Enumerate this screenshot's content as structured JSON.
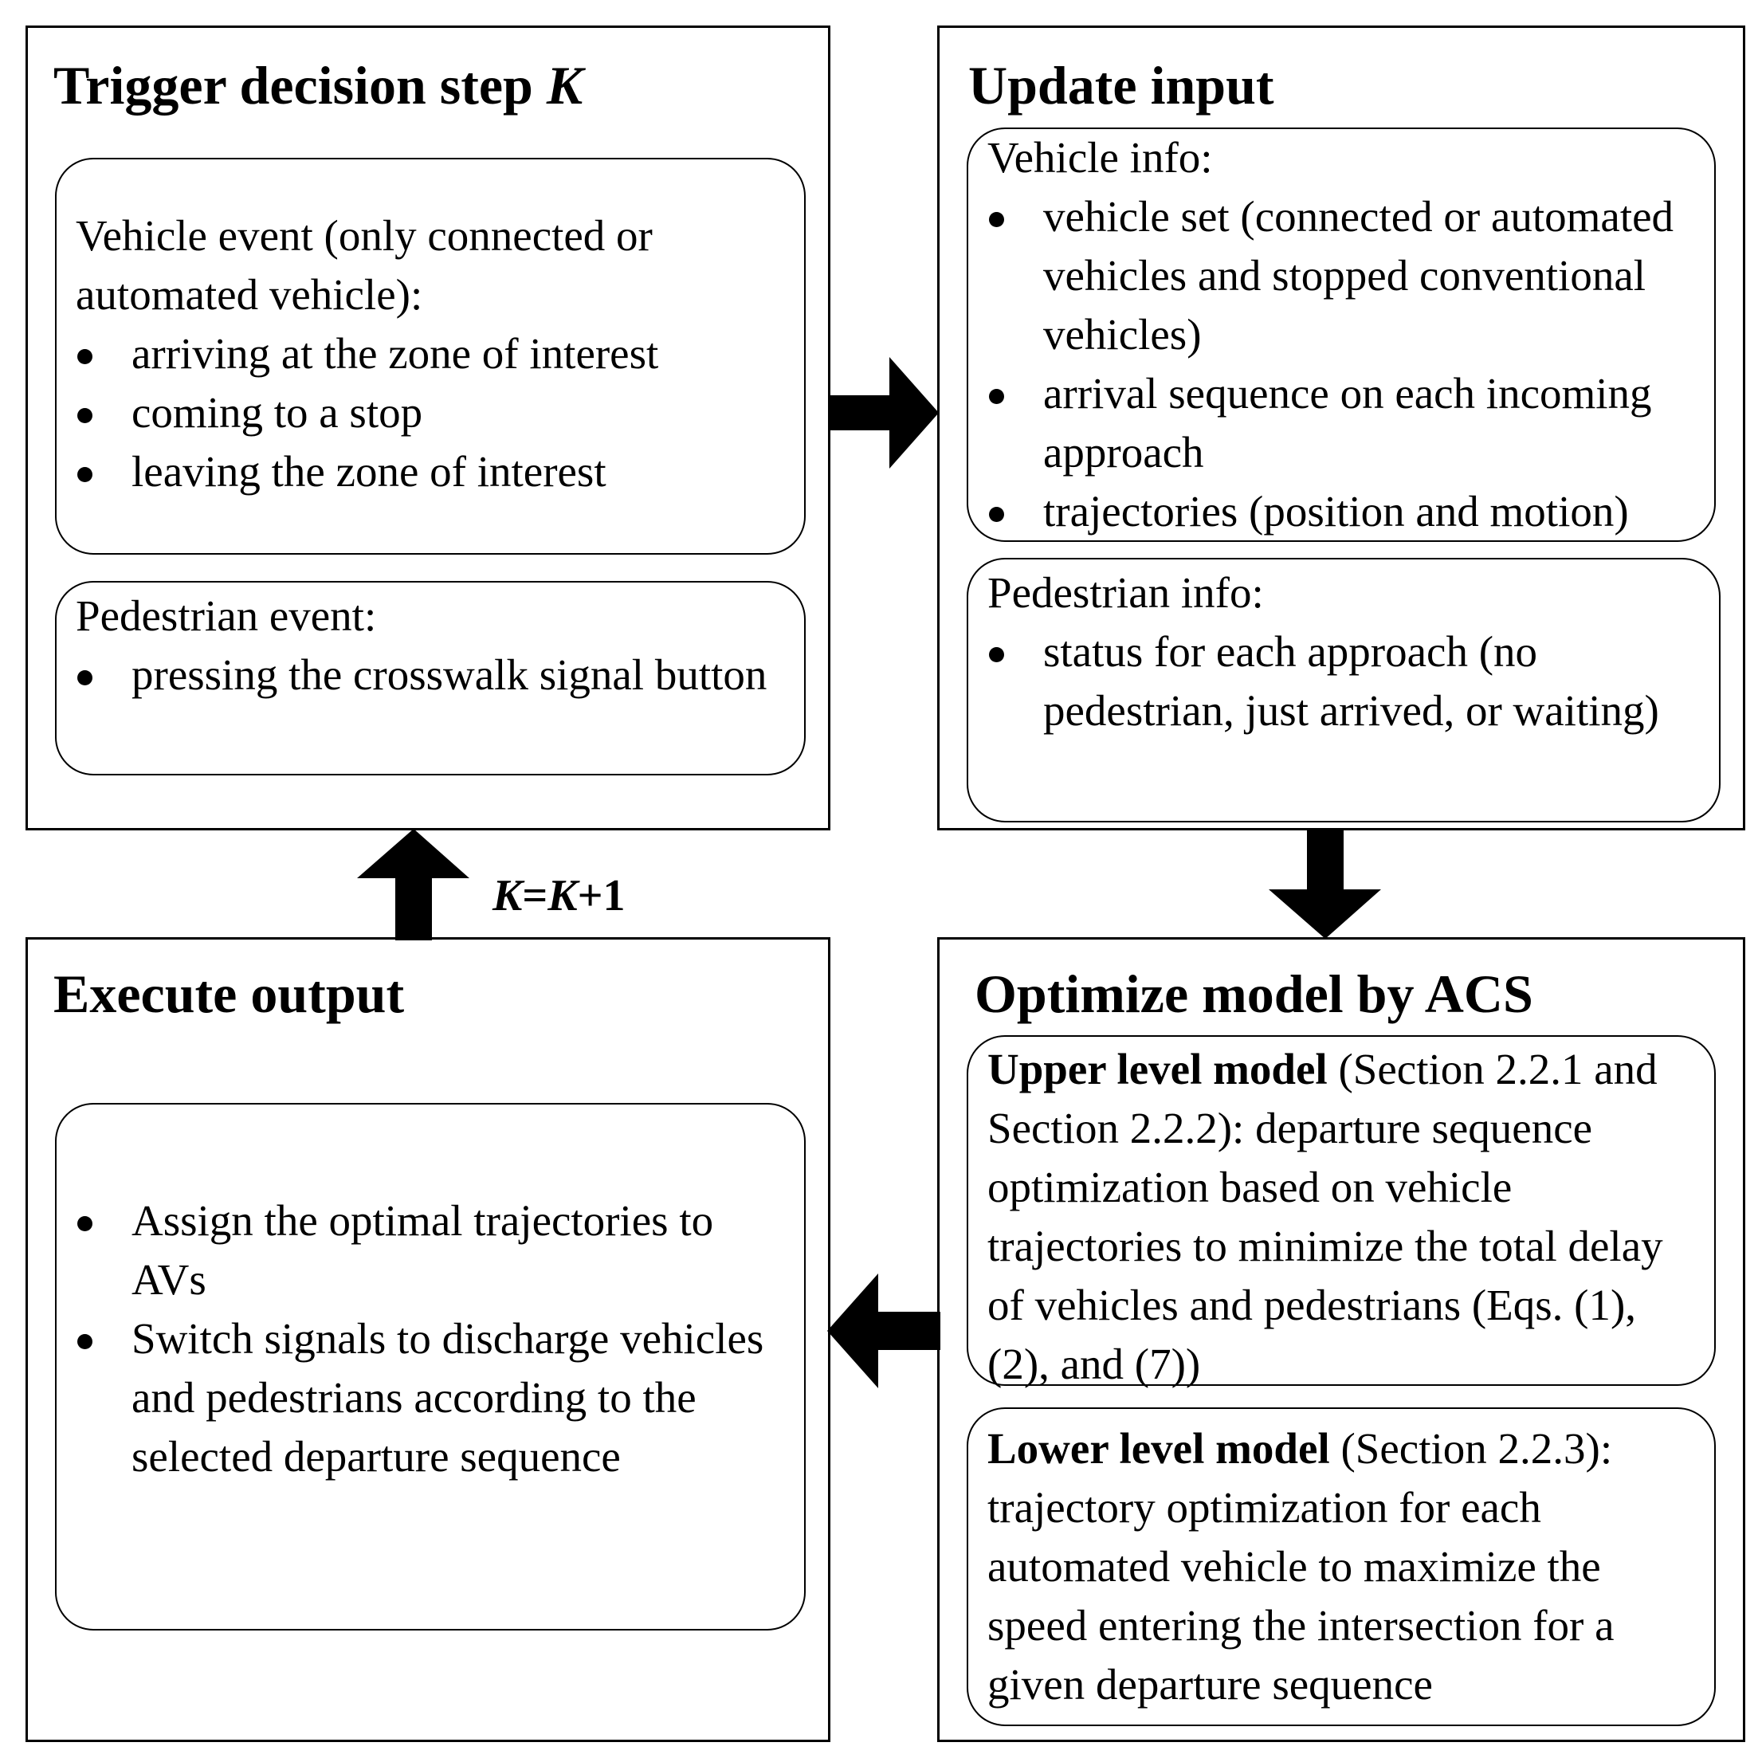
{
  "trigger": {
    "title_main": "Trigger decision step ",
    "title_var": "K",
    "vehicle_event": {
      "heading": "Vehicle event (only connected or automated vehicle):",
      "items": [
        "arriving at the zone of interest",
        "coming to a stop",
        "leaving the zone of interest"
      ]
    },
    "pedestrian_event": {
      "heading": "Pedestrian event:",
      "items": [
        "pressing the crosswalk signal button"
      ]
    }
  },
  "update": {
    "title": "Update input",
    "vehicle_info": {
      "heading": "Vehicle info:",
      "items": [
        "vehicle set (connected or automated vehicles and stopped conventional vehicles)",
        "arrival sequence on each incoming approach",
        "trajectories (position and motion)"
      ]
    },
    "pedestrian_info": {
      "heading": "Pedestrian info:",
      "items": [
        "status for each approach (no pedestrian, just arrived, or waiting)"
      ]
    }
  },
  "optimize": {
    "title": "Optimize model by ACS",
    "upper": {
      "bold": "Upper level model",
      "text": " (Section 2.2.1 and Section 2.2.2): departure sequence optimization based on vehicle trajectories to minimize the total delay of vehicles and pedestrians (Eqs. (1), (2), and (7))"
    },
    "lower": {
      "bold": "Lower level model",
      "text": " (Section 2.2.3): trajectory optimization for each automated vehicle to maximize the speed entering the intersection for a given departure sequence"
    }
  },
  "execute": {
    "title": "Execute output",
    "items": [
      "Assign the optimal trajectories to AVs",
      "Switch signals to discharge vehicles and pedestrians according to the selected departure sequence"
    ]
  },
  "loop": {
    "var1": "K",
    "eq": "=",
    "var2": "K",
    "plus": "+1"
  }
}
